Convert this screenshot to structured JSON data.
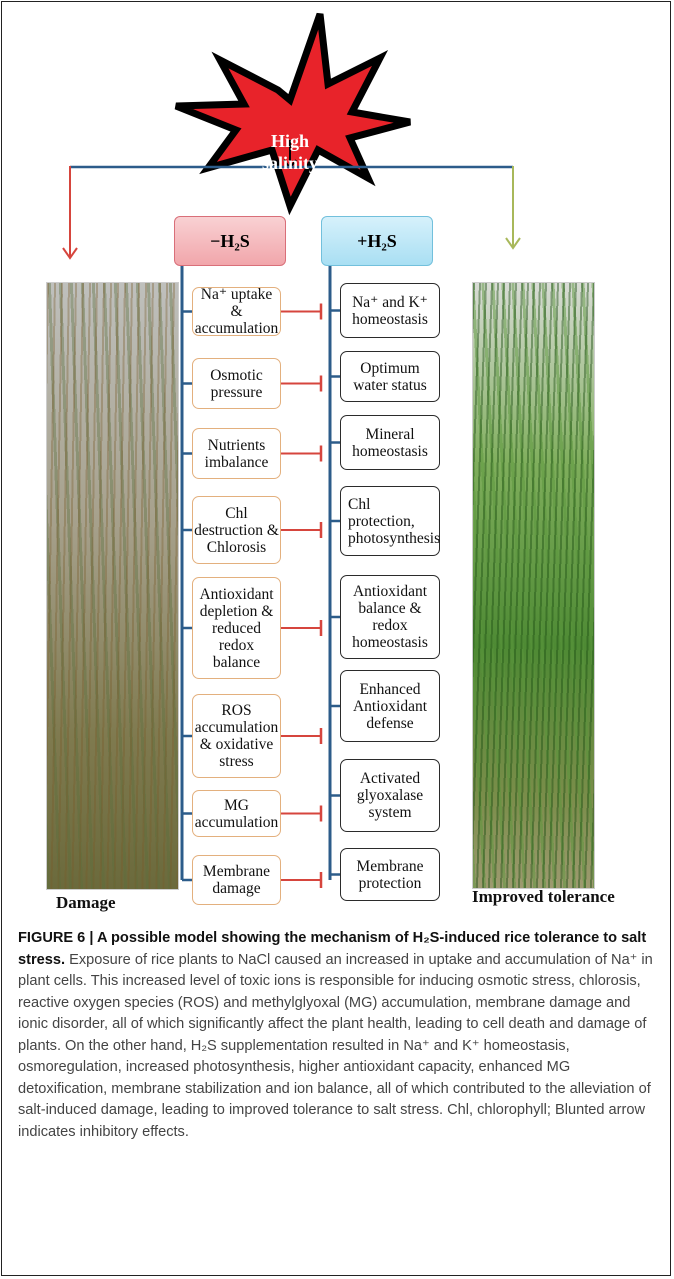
{
  "diagram": {
    "trigger_line1": "High",
    "trigger_line2": "salinity",
    "neg_header": "−H₂S",
    "pos_header": "+H₂S",
    "neg_boxes": [
      "Na⁺ uptake &\naccumulation",
      "Osmotic\npressure",
      "Nutrients\nimbalance",
      "Chl\ndestruction &\nChlorosis",
      "Antioxidant\ndepletion &\nreduced\nredox\nbalance",
      "ROS\naccumulation\n& oxidative\nstress",
      "MG\naccumulation",
      "Membrane\ndamage"
    ],
    "pos_boxes": [
      "Na⁺ and K⁺\nhomeostasis",
      "Optimum\nwater status",
      "Mineral\nhomeostasis",
      "Chl\nprotection,\nphotosynthesis",
      "Antioxidant\nbalance &\nredox\nhomeostasis",
      "Enhanced\nAntioxidant\ndefense",
      "Activated\nglyoxalase\nsystem",
      "Membrane\nprotection"
    ],
    "left_label": "Damage",
    "right_label": "Improved tolerance",
    "colors": {
      "burst": "#e8232a",
      "neg_arrow": "#d6453d",
      "pos_arrow": "#a8b85a",
      "branch_line": "#2c5c8a",
      "inhibit": "#d6453d"
    }
  },
  "caption": {
    "lead": "FIGURE 6 | A possible model showing the mechanism of H₂S-induced rice tolerance to salt stress.",
    "body": " Exposure of rice plants to NaCl caused an increased in uptake and accumulation of Na⁺ in plant cells. This increased level of toxic ions is responsible for inducing osmotic stress, chlorosis, reactive oxygen species (ROS) and methylglyoxal (MG) accumulation, membrane damage and ionic disorder, all of which significantly affect the plant health, leading to cell death and damage of plants. On the other hand, H₂S supplementation resulted in Na⁺ and K⁺ homeostasis, osmoregulation, increased photosynthesis, higher antioxidant capacity, enhanced MG detoxification, membrane stabilization and ion balance, all of which contributed to the alleviation of salt-induced damage, leading to improved tolerance to salt stress. Chl, chlorophyll; Blunted arrow indicates inhibitory effects."
  }
}
